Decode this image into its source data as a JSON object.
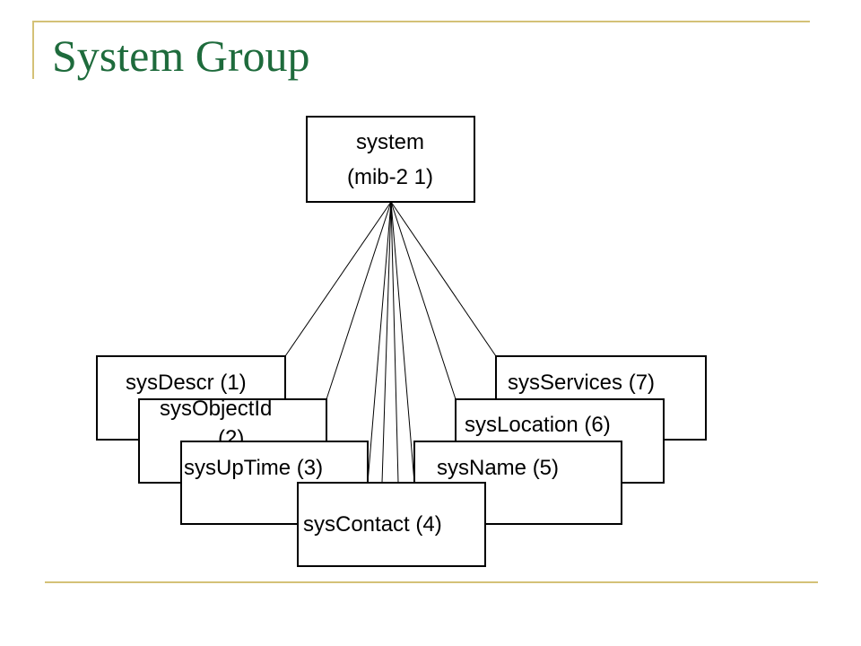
{
  "slide": {
    "title": "System Group"
  },
  "diagram": {
    "root": {
      "line1": "system",
      "line2": "(mib-2 1)"
    },
    "children": {
      "sysDescr": "sysDescr (1)",
      "sysObjectId_line1": "sysObjectId",
      "sysObjectId_line2": "(2)",
      "sysUpTime": "sysUpTime (3)",
      "sysContact": "sysContact (4)",
      "sysName": "sysName (5)",
      "sysLocation": "sysLocation (6)",
      "sysServices": "sysServices (7)"
    }
  },
  "colors": {
    "title": "#1e6b3c",
    "rule": "#d4c177",
    "box_border": "#000000",
    "box_fill": "#ffffff"
  }
}
